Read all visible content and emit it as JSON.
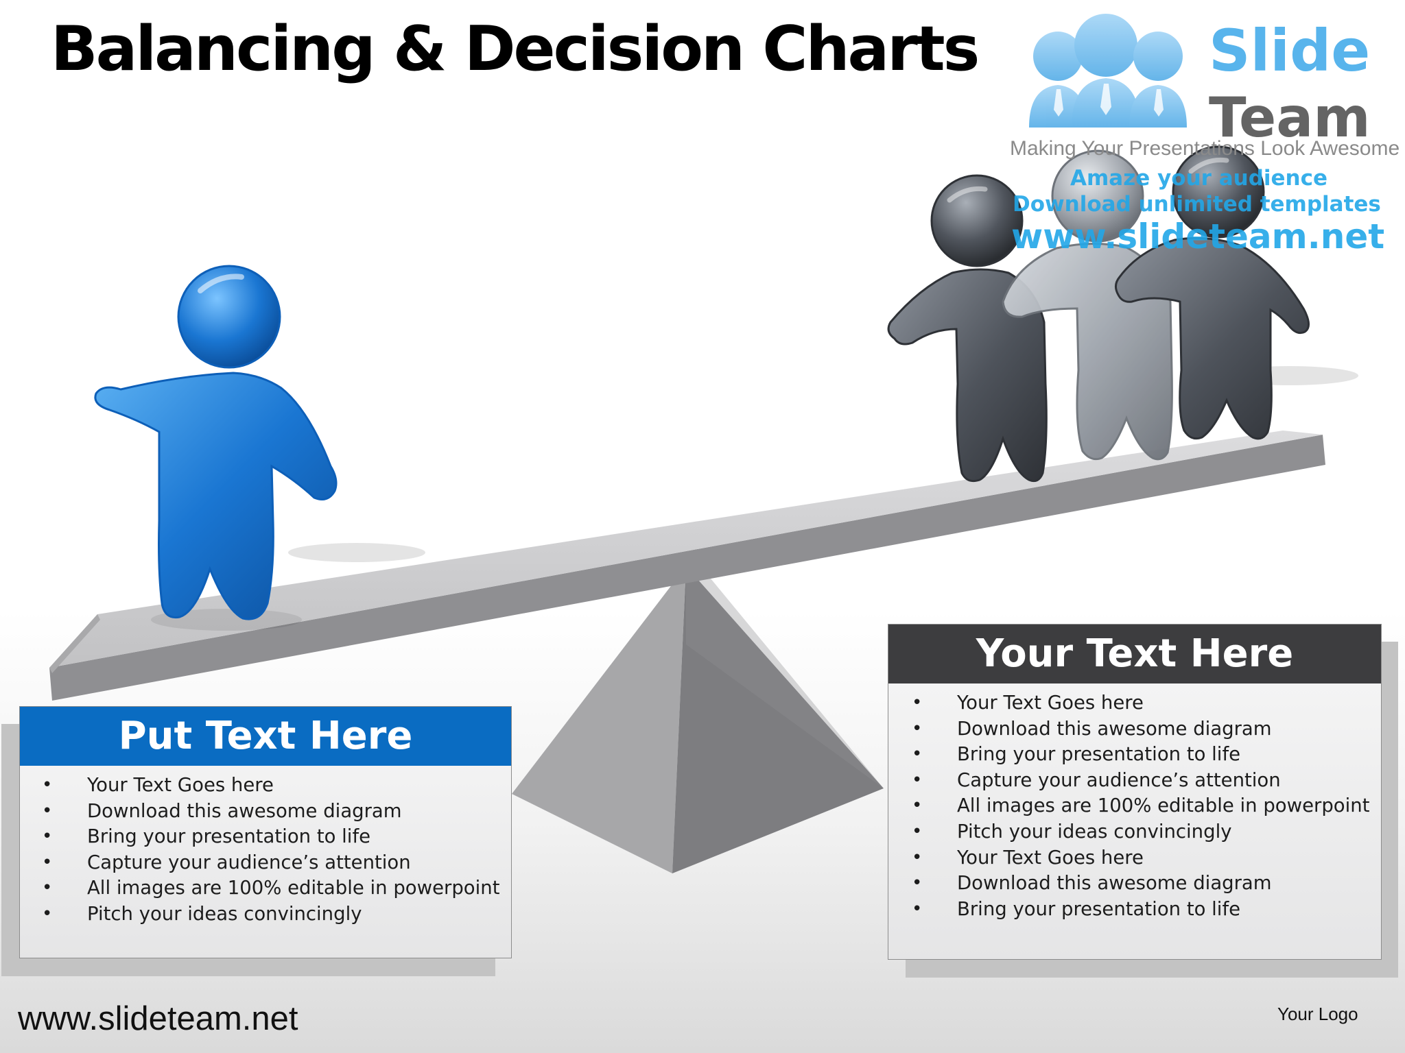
{
  "title": "Balancing & Decision Charts",
  "brand": {
    "name_line1": "Slide",
    "name_line2": "Team",
    "tagline": "Making Your Presentations Look Awesome",
    "promo_line1": "Amaze your audience",
    "promo_line2": "Download unlimited templates",
    "promo_url": "www.slideteam.net"
  },
  "colors": {
    "left_accent": "#0a6cc2",
    "right_accent": "#3d3d3f",
    "left_figure": "#1976d2",
    "right_figure": "#555a63",
    "beam": "#c8c8ca",
    "pyramid": "#9a9a9c"
  },
  "left_panel": {
    "heading": "Put Text Here",
    "bullets": [
      "Your Text Goes here",
      "Download this awesome diagram",
      "Bring your presentation to life",
      "Capture your audience’s attention",
      "All images are 100% editable in powerpoint",
      "Pitch your ideas convincingly"
    ]
  },
  "right_panel": {
    "heading": "Your Text Here",
    "bullets": [
      "Your Text Goes here",
      "Download this awesome diagram",
      "Bring your presentation to life",
      "Capture your audience’s attention",
      "All images are 100% editable in powerpoint",
      "Pitch your ideas convincingly",
      "Your Text Goes here",
      "Download this awesome diagram",
      "Bring your presentation to life"
    ]
  },
  "footer": {
    "url": "www.slideteam.net",
    "logo_text": "Your Logo"
  },
  "icons": {
    "single": "person-icon",
    "group": "group-of-three-people-icon",
    "fulcrum": "pyramid-fulcrum-icon",
    "logo": "team-logo-icon"
  }
}
